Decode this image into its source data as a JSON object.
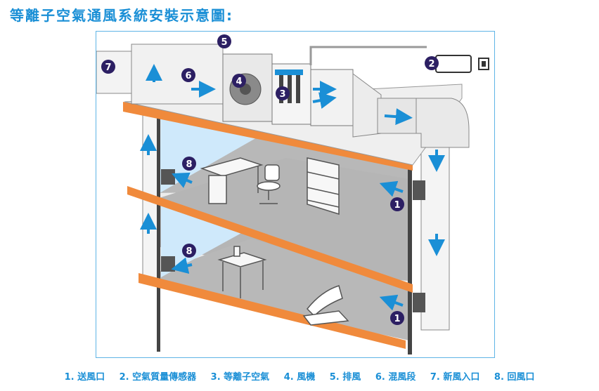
{
  "title": "等離子空氣通風系統安裝示意圖:",
  "badges": [
    "1",
    "2",
    "3",
    "4",
    "5",
    "6",
    "7",
    "8"
  ],
  "legend": [
    "1. 送風口",
    "2. 空氣質量傳感器",
    "3. 等離子空氣",
    "4. 風機",
    "5. 排風",
    "6. 混風段",
    "7. 新風入口",
    "8. 回風口"
  ],
  "colors": {
    "accent": "#1a8fd6",
    "badge": "#2c1f63",
    "beam": "#f08a3c",
    "floor": "#b8b8b8",
    "wall_glass": "#cfe9fb",
    "arrow": "#1a8fd6"
  }
}
